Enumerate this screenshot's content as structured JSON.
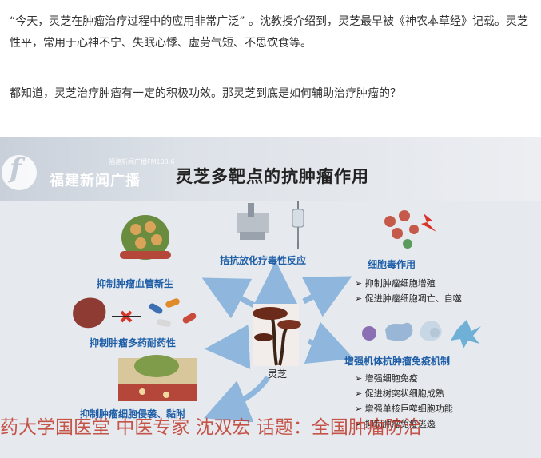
{
  "article": {
    "para1": "“今天，灵芝在肿瘤治疗过程中的应用非常广泛” 。沈教授介绍到，灵芝最早被《神农本草经》记载。灵芝性平，常用于心神不宁、失眠心悸、虚劳气短、不思饮食等。",
    "para2": "都知道，灵芝治疗肿瘤有一定的积极功效。那灵芝到底是如何辅助治疗肿瘤的？"
  },
  "figure": {
    "brand_small": "福建新闻广播FM103.6",
    "brand": "福建新闻广播",
    "title": "灵芝多靶点的抗肿瘤作用",
    "center": "灵芝",
    "labels": {
      "anti_chemo": "拮抗放化疗毒性反应",
      "cytotoxic": "细胞毒作用",
      "angiogenesis": "抑制肿瘤血管新生",
      "mdr": "抑制肿瘤多药耐药性",
      "immune": "增强机体抗肿瘤免疫机制",
      "invasion": "抑制肿瘤细胞侵袭、黏附"
    },
    "cytotoxic_bullets": [
      "抑制肿瘤细胞增殖",
      "促进肿瘤细胞凋亡、自噬"
    ],
    "immune_bullets": [
      "增强细胞免疫",
      "促进树突状细胞成熟",
      "增强单核巨噬细胞功能",
      "抑制肿瘤免疫逃逸"
    ],
    "bullet_marker": "➢",
    "watermark": "药大学国医堂  中医专家  沈双宏  话题：全国肿瘤防治",
    "colors": {
      "label": "#1f5fa8",
      "arrow": "#8fb6dc",
      "watermark": "#c0392b"
    }
  }
}
